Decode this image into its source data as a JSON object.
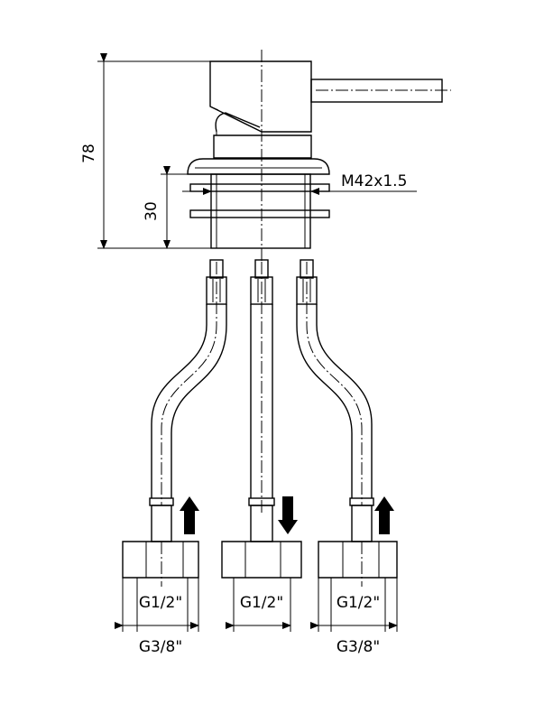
{
  "dimensions": {
    "overall_height": "78",
    "body_height": "30",
    "thread": "M42x1.5"
  },
  "connectors": [
    {
      "inner_label": "G1/2\"",
      "outer_label": "G3/8\"",
      "flow": "up"
    },
    {
      "inner_label": "G1/2\"",
      "outer_label": "",
      "flow": "down"
    },
    {
      "inner_label": "G1/2\"",
      "outer_label": "G3/8\"",
      "flow": "up"
    }
  ]
}
